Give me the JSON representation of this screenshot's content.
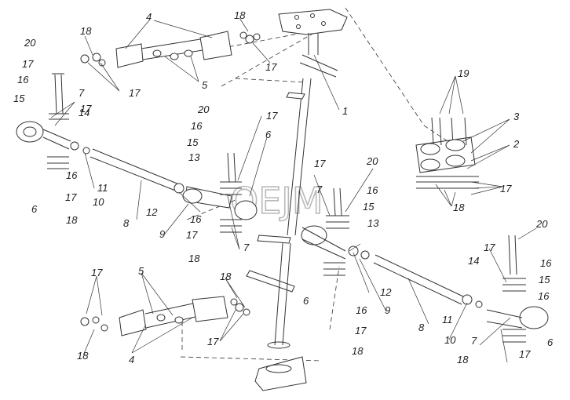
{
  "watermark": "ОЕЈМ",
  "callouts": {
    "c1": "1",
    "c2": "2",
    "c3": "3",
    "c4a": "4",
    "c4b": "4",
    "c5a": "5",
    "c5b": "5",
    "c6a": "6",
    "c6b": "6",
    "c6c": "6",
    "c6d": "6",
    "c7a": "7",
    "c7b": "7",
    "c7c": "7",
    "c7d": "7",
    "c8a": "8",
    "c8b": "8",
    "c9a": "9",
    "c9b": "9",
    "c10a": "10",
    "c10b": "10",
    "c11a": "11",
    "c11b": "11",
    "c12a": "12",
    "c12b": "12",
    "c13a": "13",
    "c13b": "13",
    "c14a": "14",
    "c14b": "14",
    "c15a": "15",
    "c15b": "15",
    "c15c": "15",
    "c15d": "15",
    "c16a": "16",
    "c16b": "16",
    "c16c": "16",
    "c16d": "16",
    "c16e": "16",
    "c16f": "16",
    "c16g": "16",
    "c16h": "16",
    "c17a": "17",
    "c17b": "17",
    "c17c": "17",
    "c17d": "17",
    "c17e": "17",
    "c17f": "17",
    "c17g": "17",
    "c17h": "17",
    "c17i": "17",
    "c17j": "17",
    "c17k": "17",
    "c17l": "17",
    "c17m": "17",
    "c17n": "17",
    "c18a": "18",
    "c18b": "18",
    "c18c": "18",
    "c18d": "18",
    "c18e": "18",
    "c18f": "18",
    "c18g": "18",
    "c18h": "18",
    "c19": "19",
    "c20a": "20",
    "c20b": "20",
    "c20c": "20",
    "c20d": "20"
  }
}
